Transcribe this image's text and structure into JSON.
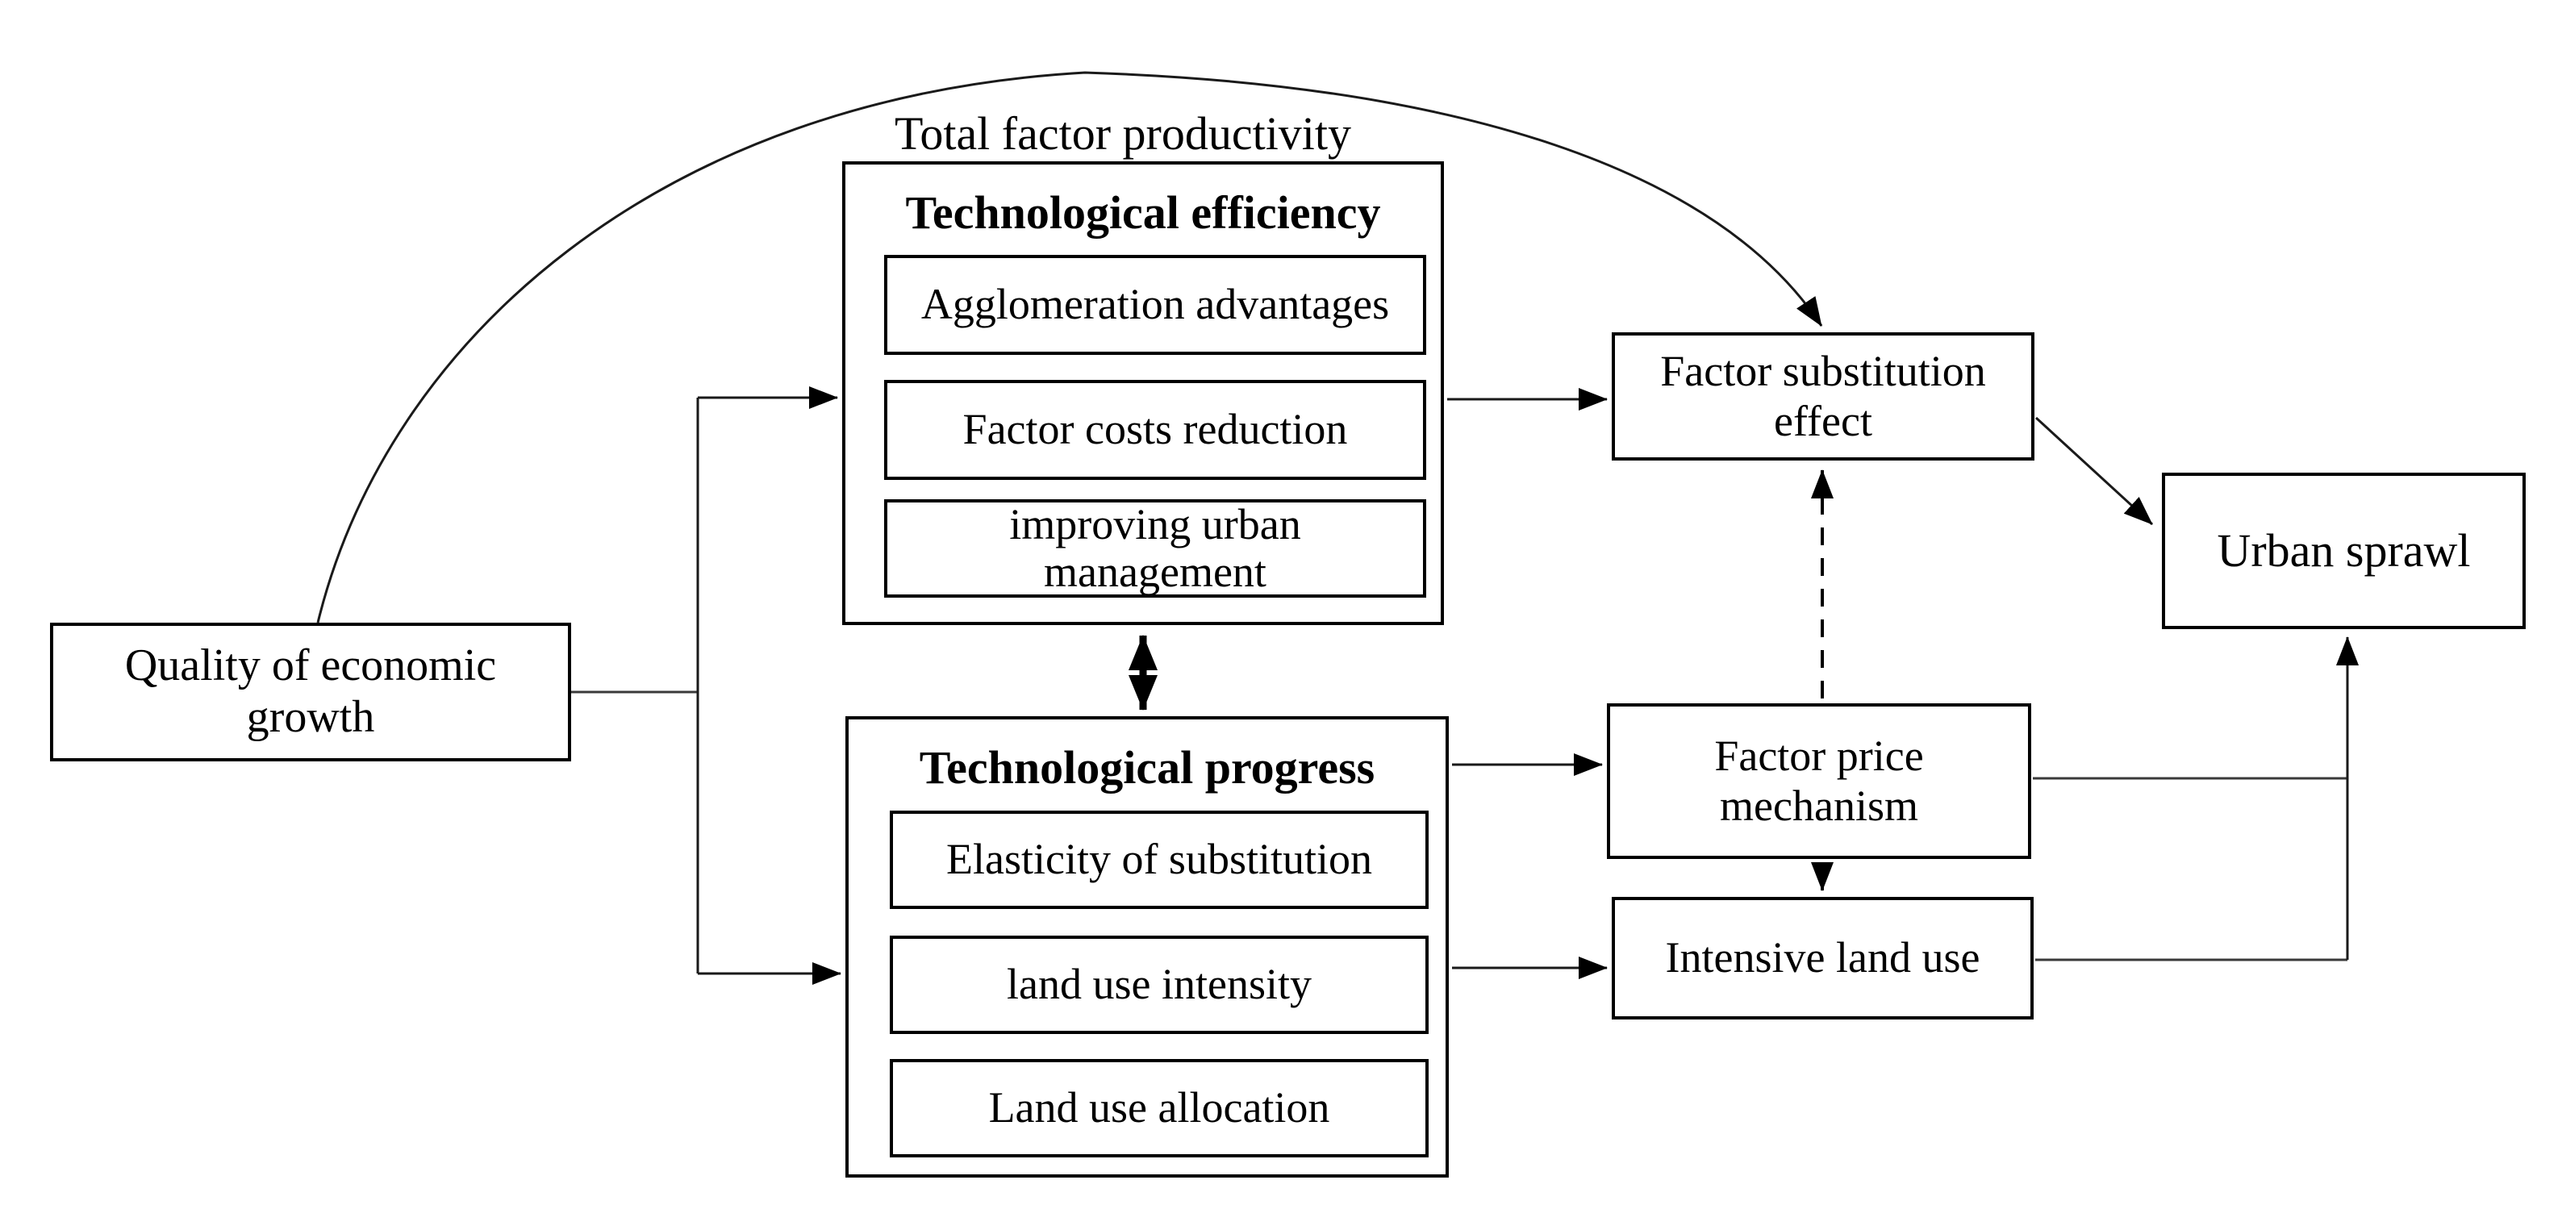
{
  "diagram": {
    "arc_label": "Total factor productivity",
    "nodes": {
      "quality": {
        "label": "Quality of economic growth"
      },
      "efficiency": {
        "title": "Technological efficiency",
        "items": [
          {
            "label": "Agglomeration advantages"
          },
          {
            "label": "Factor costs reduction"
          },
          {
            "label": "improving urban management"
          }
        ]
      },
      "progress": {
        "title": "Technological progress",
        "items": [
          {
            "label": "Elasticity of substitution"
          },
          {
            "label": "land use intensity"
          },
          {
            "label": "Land use allocation"
          }
        ]
      },
      "factor_substitution": {
        "label": "Factor substitution effect"
      },
      "factor_price": {
        "label": "Factor price mechanism"
      },
      "intensive_land_use": {
        "label": "Intensive land use"
      },
      "urban_sprawl": {
        "label": "Urban sprawl"
      }
    },
    "colors": {
      "line": "#1a1a1a",
      "border": "#000000",
      "text": "#000000",
      "background": "#ffffff"
    }
  }
}
